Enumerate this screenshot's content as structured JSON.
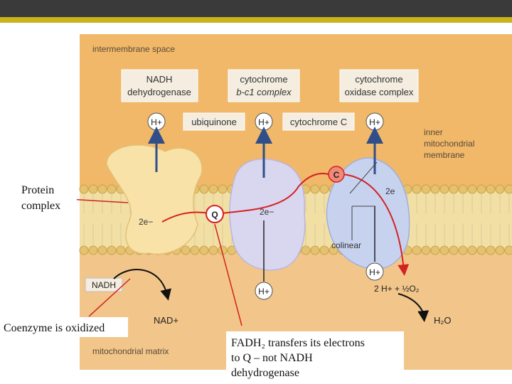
{
  "labels": {
    "intermembrane": "intermembrane space",
    "matrix": "mitochondrial matrix",
    "inner_membrane": [
      "inner",
      "mitochondrial",
      "membrane"
    ]
  },
  "boxes": {
    "nadh_dehydrogenase": [
      "NADH",
      "dehydrogenase"
    ],
    "cytochrome_bc1": [
      "cytochrome",
      "b-c1 complex"
    ],
    "cytochrome_oxidase": [
      "cytochrome",
      "oxidase complex"
    ],
    "ubiquinone": "ubiquinone",
    "cytochrome_c": "cytochrome C"
  },
  "molecules": {
    "h_plus_1": "H+",
    "h_plus_2": "H+",
    "h_plus_3": "H+",
    "h_plus_bottom": "H+",
    "h_plus_4": "H+",
    "q": "Q",
    "c": "C",
    "nadh": "NADH",
    "nad_plus": "NAD+",
    "h2o": "H₂O",
    "two_h_half_o2": "2 H+  +  ½O₂",
    "e1": "2e−",
    "e2": "2e−",
    "e3": "2e",
    "colinear": "colinear"
  },
  "annotations": {
    "protein_complex": [
      "Protein",
      "complex"
    ],
    "coenzyme_oxidized": "Coenzyme is oxidized",
    "fadh2": [
      "FADH₂ transfers its electrons",
      "to Q – not NADH",
      "dehydrogenase"
    ]
  },
  "colors": {
    "orange": "#f0b868",
    "matrix": "#f2c68a",
    "membrane": "#f2dfa4",
    "lipid_head": "#e5c26e",
    "arrow_blue": "#2f4e8a",
    "arrow_red": "#d32222",
    "box_fill": "#f4ede0"
  }
}
